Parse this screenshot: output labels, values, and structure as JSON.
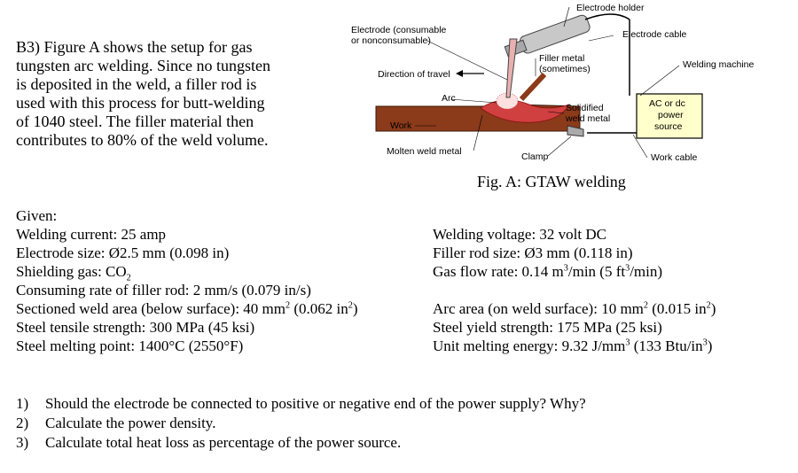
{
  "intro": {
    "lines": [
      "B3) Figure A shows the setup for gas",
      "tungsten arc welding. Since no tungsten",
      "is deposited in the weld, a filler rod is",
      "used with this process for butt-welding",
      "of 1040 steel. The filler material then",
      "contributes to 80% of the weld volume."
    ]
  },
  "figure": {
    "labels": {
      "electrode_holder": "Electrode holder",
      "electrode_consumable_1": "Electrode (consumable",
      "electrode_consumable_2": "or nonconsumable)",
      "electrode_cable": "Electrode cable",
      "filler_metal_1": "Filler metal",
      "filler_metal_2": "(sometimes)",
      "direction": "Direction of travel",
      "welding_machine": "Welding machine",
      "arc": "Arc",
      "solidified_1": "Solidified",
      "solidified_2": "weld metal",
      "power_1": "AC or dc",
      "power_2": "power",
      "power_3": "source",
      "work": "Work",
      "molten": "Molten weld metal",
      "clamp": "Clamp",
      "work_cable": "Work cable"
    },
    "caption": "Fig. A: GTAW welding"
  },
  "given": {
    "heading": "Given:",
    "welding_current": "Welding current: 25 amp",
    "welding_voltage": "Welding voltage: 32 volt DC",
    "electrode_size": "Electrode size: Ø2.5 mm (0.098 in)",
    "filler_rod_size": "Filler rod size: Ø3 mm (0.118 in)",
    "shielding_gas_prefix": "Shielding gas: CO",
    "shielding_gas_sub": "2",
    "gas_flow_a": "Gas flow rate: 0.14 m",
    "gas_flow_sup1": "3",
    "gas_flow_b": "/min (5 ft",
    "gas_flow_sup2": "3",
    "gas_flow_c": "/min)",
    "consuming_rate": "Consuming rate of filler rod: 2 mm/s (0.079 in/s)",
    "sectioned_a": "Sectioned weld area (below surface): 40 mm",
    "sectioned_sup1": "2",
    "sectioned_b": " (0.062 in",
    "sectioned_sup2": "2",
    "sectioned_c": ")",
    "arc_area_a": "Arc area (on weld surface): 10 mm",
    "arc_area_sup1": "2",
    "arc_area_b": " (0.015 in",
    "arc_area_sup2": "2",
    "arc_area_c": ")",
    "tensile": "Steel tensile strength: 300 MPa (45 ksi)",
    "yield": "Steel yield strength: 175 MPa (25 ksi)",
    "melting_point": "Steel melting point: 1400°C (2550°F)",
    "unit_energy_a": "Unit melting energy: 9.32 J/mm",
    "unit_energy_sup1": "3",
    "unit_energy_b": " (133 Btu/in",
    "unit_energy_sup2": "3",
    "unit_energy_c": ")"
  },
  "questions": [
    {
      "num": "1)",
      "text": "Should the electrode be connected to positive or negative end of the power supply? Why?"
    },
    {
      "num": "2)",
      "text": "Calculate the power density."
    },
    {
      "num": "3)",
      "text": "Calculate total heat loss as percentage of the power source."
    }
  ],
  "colors": {
    "workpiece": "#8b3a1a",
    "weld_bead": "#d04040",
    "power_box": "#ffffcc",
    "electrode": "#e8b0b0",
    "holder": "#c8c8c8"
  }
}
